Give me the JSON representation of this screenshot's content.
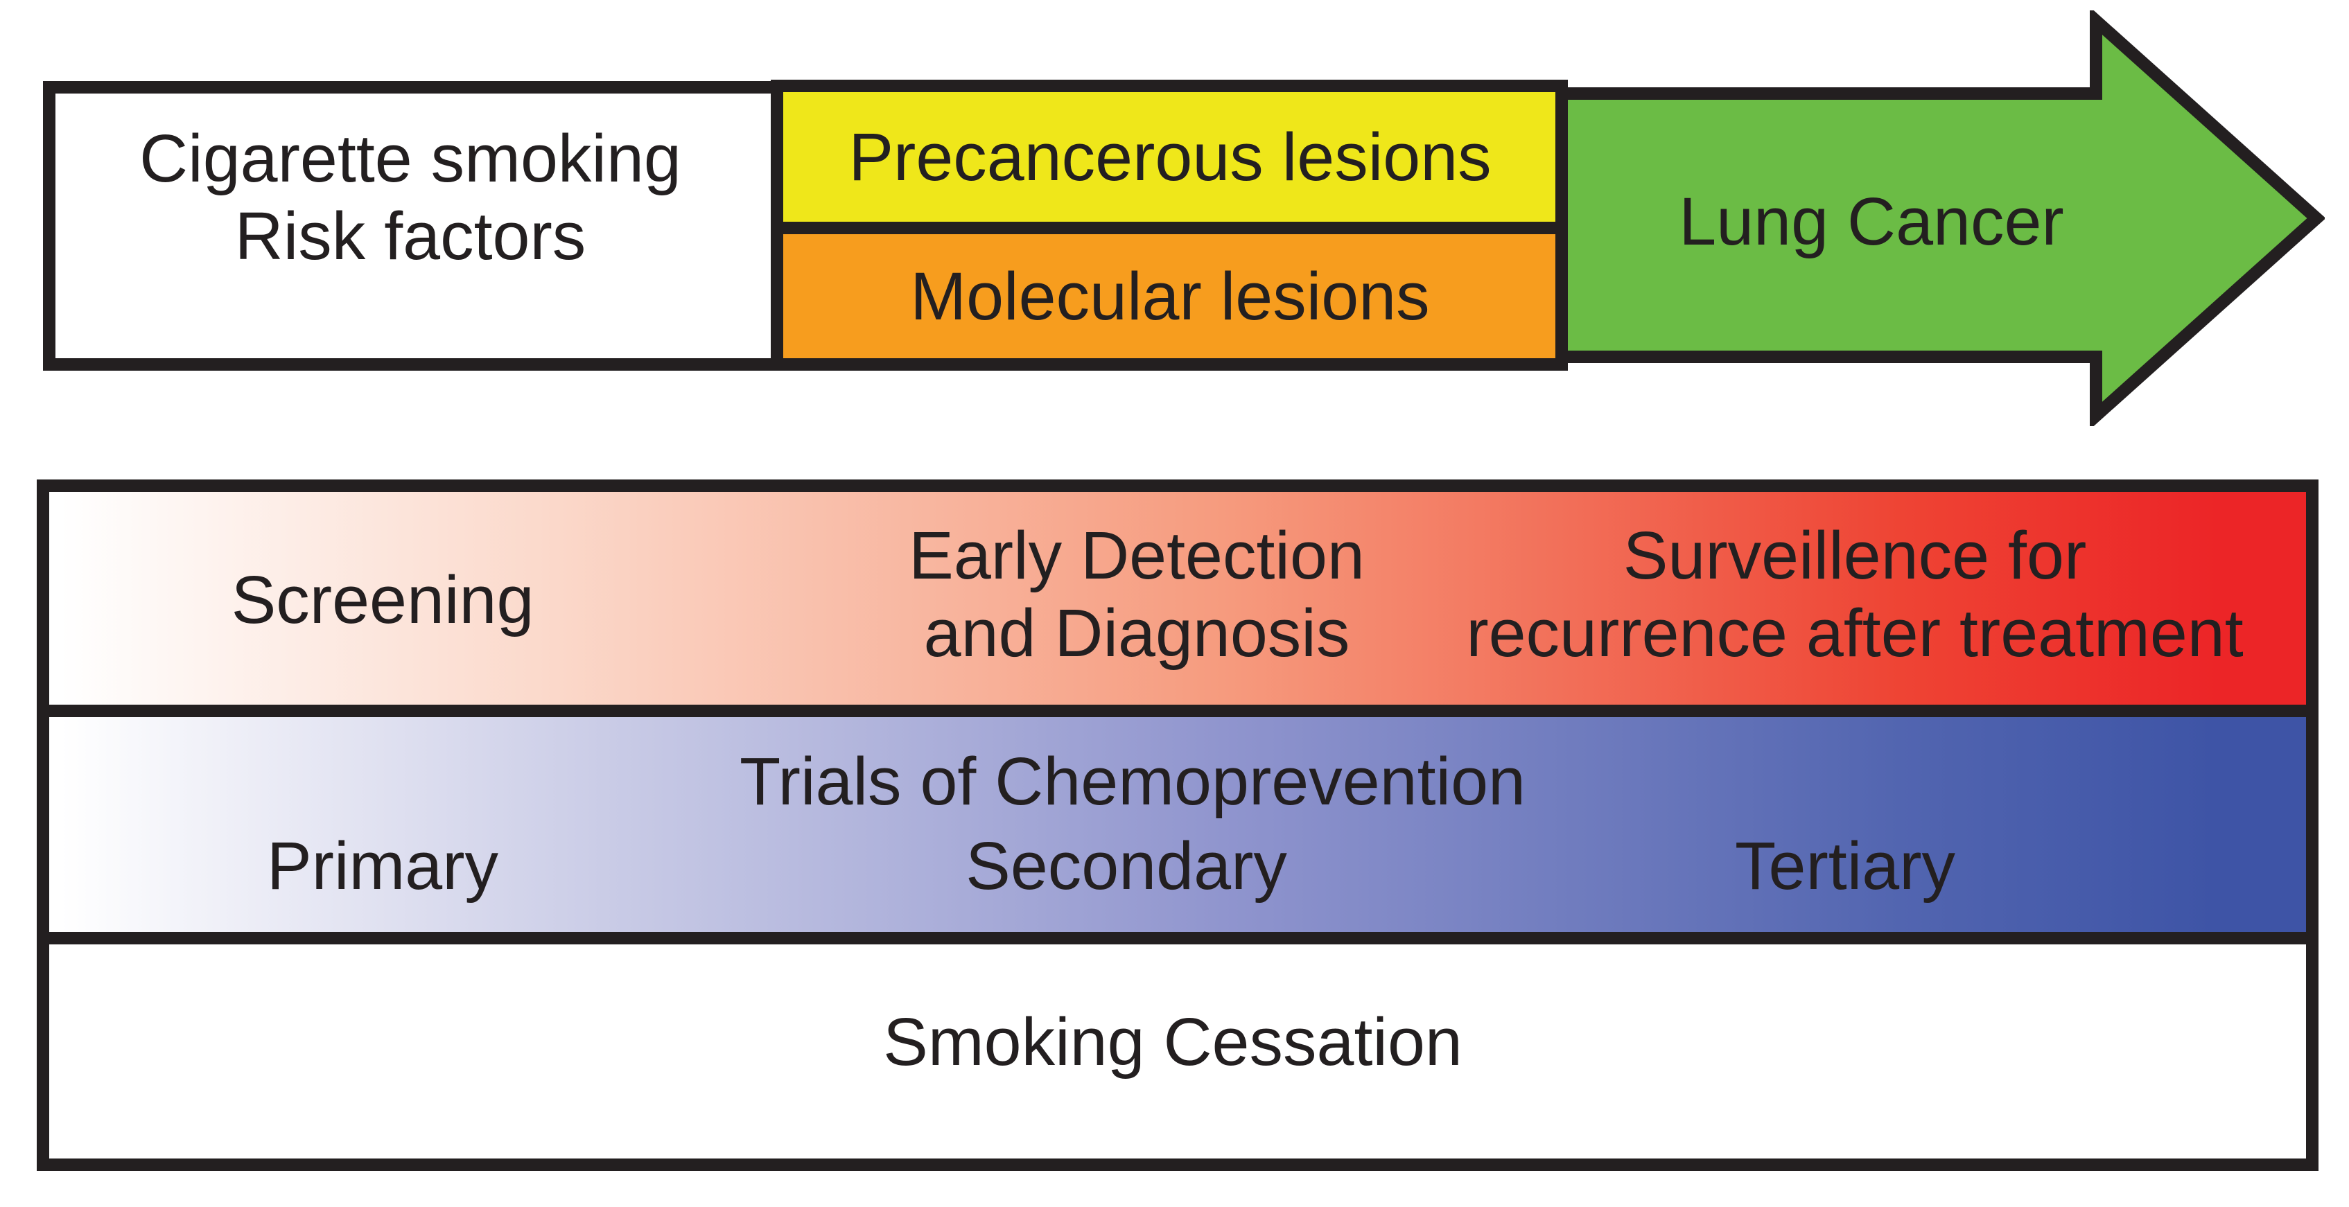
{
  "colors": {
    "outline_black": "#231f20",
    "risk_box_bg": "#ffffff",
    "precancerous_yellow": "#efe71a",
    "molecular_orange": "#f79d1e",
    "lung_cancer_green": "#6bbc45",
    "screening_gradient_mid": "#f69b7e",
    "screening_gradient_end": "#ec2527",
    "chemoprevention_gradient_mid": "#9095ce",
    "chemoprevention_gradient_end": "#3e54a6"
  },
  "flow": {
    "risk_box": {
      "line1": "Cigarette smoking",
      "line2": "Risk factors"
    },
    "precancerous_label": "Precancerous lesions",
    "molecular_label": "Molecular lesions",
    "lung_cancer_label": "Lung Cancer"
  },
  "prevention": {
    "screening_label": "Screening",
    "early_detection_line1": "Early Detection",
    "early_detection_line2": "and Diagnosis",
    "surveillance_line1": "Surveillence for",
    "surveillance_line2": "recurrence after treatment",
    "chemoprevention_title": "Trials of Chemoprevention",
    "primary_label": "Primary",
    "secondary_label": "Secondary",
    "tertiary_label": "Tertiary",
    "smoking_cessation_label": "Smoking Cessation"
  }
}
